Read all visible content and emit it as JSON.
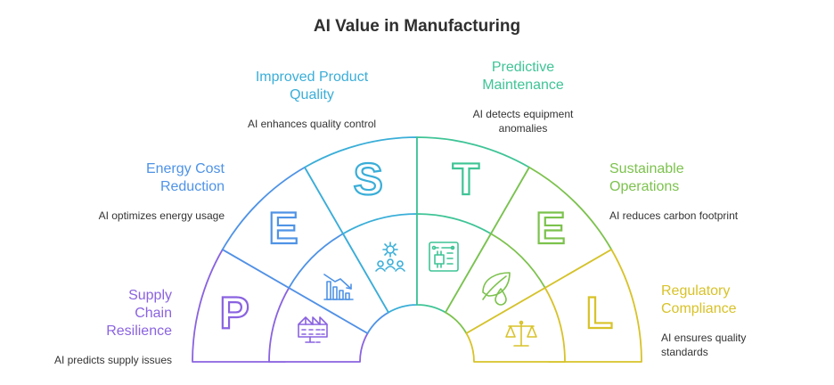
{
  "title": "AI Value in Manufacturing",
  "colors": {
    "P": "#8a63e0",
    "E1": "#4f93e6",
    "S": "#3aaed8",
    "T": "#3fc496",
    "E2": "#7cc24d",
    "L": "#d8c229"
  },
  "segments": [
    {
      "letter": "P",
      "head": "Supply Chain Resilience",
      "desc": "AI predicts supply issues",
      "icon": "factory-icon"
    },
    {
      "letter": "E",
      "head": "Energy Cost Reduction",
      "desc": "AI optimizes energy usage",
      "icon": "bar-chart-decline-icon"
    },
    {
      "letter": "S",
      "head": "Improved Product Quality",
      "desc": "AI enhances quality control",
      "icon": "gear-users-icon"
    },
    {
      "letter": "T",
      "head": "Predictive Maintenance",
      "desc": "AI detects equipment anomalies",
      "icon": "circuit-board-icon"
    },
    {
      "letter": "E",
      "head": "Sustainable Operations",
      "desc": "AI reduces carbon footprint",
      "icon": "leaf-drop-icon"
    },
    {
      "letter": "L",
      "head": "Regulatory Compliance",
      "desc": "AI ensures quality standards",
      "icon": "scales-icon"
    }
  ]
}
